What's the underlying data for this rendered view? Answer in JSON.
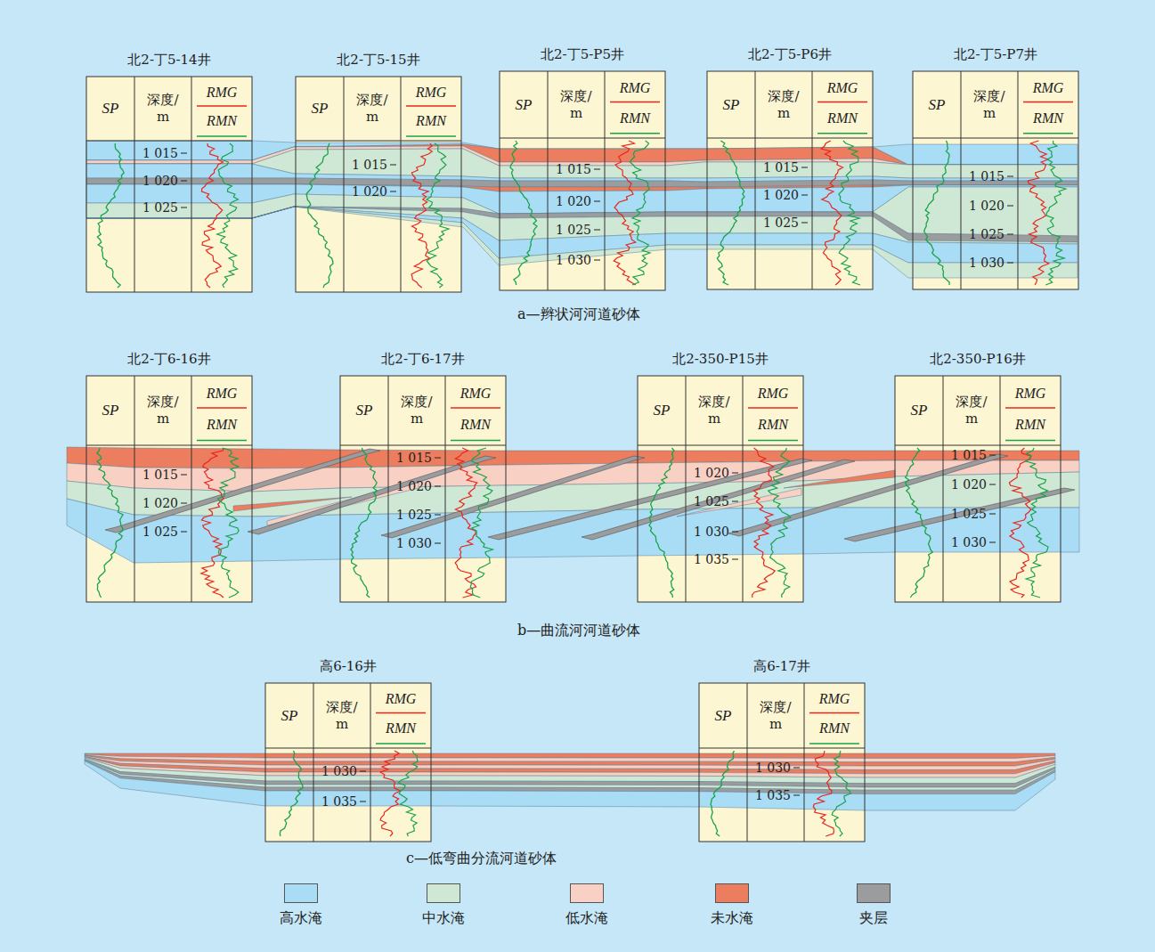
{
  "diagram": {
    "nodes": [
      {
        "text": [
          "北2-丁5-14井",
          "SP",
          "深度/ m",
          "RMG",
          "RMN",
          "1 015",
          "1 020",
          "1 025"
        ]
      },
      {
        "text": [
          "北2-丁5-15井",
          "SP",
          "深度/ m",
          "RMG",
          "RMN",
          "1 015",
          "1 020"
        ]
      },
      {
        "text": [
          "北2-丁5-P5井",
          "SP",
          "深度/ m",
          "RMG",
          "RMN",
          "1 015",
          "1 020",
          "1 025",
          "1 030"
        ]
      },
      {
        "text": [
          "北2-丁5-P6井",
          "SP",
          "深度/ m",
          "RMG",
          "RMN",
          "1 015",
          "1 020",
          "1 025"
        ]
      },
      {
        "text": [
          "北2-丁5-P7井",
          "SP",
          "深度/ m",
          "RMG",
          "RMN",
          "1 015",
          "1 020",
          "1 025",
          "1 030"
        ]
      },
      {
        "text": [
          "北2-丁6-16井",
          "SP",
          "深度/ m",
          "RMG",
          "RMN",
          "1 015",
          "1 020",
          "1 025"
        ]
      },
      {
        "text": [
          "北2-丁6-17井",
          "SP",
          "深度/ m",
          "RMG",
          "RMN",
          "1 015",
          "1 020",
          "1 025",
          "1 030"
        ]
      },
      {
        "text": [
          "北2-350-P15井",
          "SP",
          "深度/ m",
          "RMG",
          "RMN",
          "1 020",
          "1 025",
          "1 030",
          "1 035"
        ]
      },
      {
        "text": [
          "北2-350-P16井",
          "SP",
          "深度/ m",
          "RMG",
          "RMN",
          "1 015",
          "1 020",
          "1 025",
          "1 030"
        ]
      },
      {
        "text": [
          "高6-16井",
          "SP",
          "深度/ m",
          "RMG",
          "RMN",
          "1 030",
          "1 035"
        ]
      },
      {
        "text": [
          "高6-17井",
          "SP",
          "深度/ m",
          "RMG",
          "RMN",
          "1 030",
          "1 035"
        ]
      }
    ],
    "labels": [
      "a—辫状河河道砂体",
      "b—曲流河河道砂体",
      "c—低弯曲分流河道砂体"
    ],
    "legend": [
      {
        "text": "高水淹",
        "color": "#a9dcf5"
      },
      {
        "text": "中水淹",
        "color": "#cfe8d5"
      },
      {
        "text": "低水淹",
        "color": "#f9d0c4"
      },
      {
        "text": "未水淹",
        "color": "#ec7d5e"
      },
      {
        "text": "夹层",
        "color": "#9b9c9e"
      }
    ]
  }
}
